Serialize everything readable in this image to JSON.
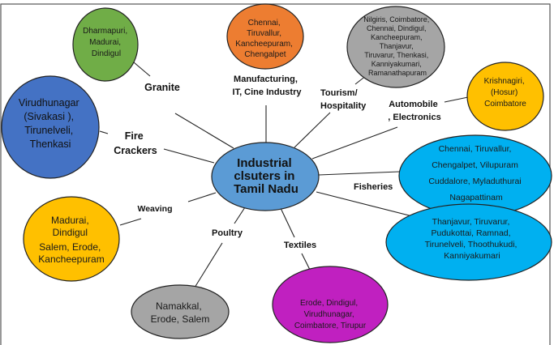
{
  "diagram": {
    "center": {
      "lines": [
        "Industrial",
        "clsuters in",
        "Tamil Nadu"
      ],
      "color": "#5b9bd5"
    },
    "clusters": [
      {
        "id": "granite",
        "category": [
          "Granite"
        ],
        "locations": [
          "Dharmapuri,",
          "Madurai,",
          "Dindigul"
        ],
        "color": "#70ad47"
      },
      {
        "id": "manufacturing",
        "category": [
          "Manufacturing,",
          "IT, Cine Industry"
        ],
        "locations": [
          "Chennai,",
          "Tiruvallur,",
          "Kancheepuram,",
          "Chengalpet"
        ],
        "color": "#ed7d31"
      },
      {
        "id": "tourism",
        "category": [
          "Tourism/",
          "Hospitality"
        ],
        "locations": [
          "Nilgiris, Coimbatore,",
          "Chennai, Dindigul,",
          "Kancheepuram,",
          "Thanjavur,",
          "Tiruvarur, Thenkasi,",
          "Kanniyakumari,",
          "Ramanathapuram"
        ],
        "color": "#a5a5a5"
      },
      {
        "id": "automobile",
        "category": [
          "Automobile",
          ", Electronics"
        ],
        "locations": [
          "Krishnagiri,",
          "(Hosur)",
          "Coimbatore"
        ],
        "color": "#ffc000"
      },
      {
        "id": "fisheries",
        "category": [
          "Fisheries"
        ],
        "locations": [
          "Chennai, Tiruvallur,",
          "Chengalpet, Vilupuram",
          "Cuddalore, Myladuthurai",
          "Nagapattinam"
        ],
        "locations_2": [
          "Thanjavur, Tiruvarur,",
          "Pudukottai, Ramnad,",
          "Tirunelveli, Thoothukudi,",
          "Kanniyakumari"
        ],
        "color": "#00b0f0"
      },
      {
        "id": "textiles",
        "category": [
          "Textiles"
        ],
        "locations": [
          "Erode, Dindigul,",
          "Virudhunagar,",
          "Coimbatore, Tirupur"
        ],
        "color": "#c020c0"
      },
      {
        "id": "poultry",
        "category": [
          "Poultry"
        ],
        "locations": [
          "Namakkal,",
          "Erode, Salem"
        ],
        "color": "#a5a5a5"
      },
      {
        "id": "weaving",
        "category": [
          "Weaving"
        ],
        "locations": [
          "Madurai,",
          "Dindigul",
          "Salem, Erode,",
          "Kancheepuram"
        ],
        "color": "#ffc000"
      },
      {
        "id": "fire-crackers",
        "category": [
          "Fire",
          "Crackers"
        ],
        "locations": [
          "Virudhunagar",
          "(Sivakasi ),",
          "Tirunelveli,",
          "Thenkasi"
        ],
        "color": "#4472c4"
      }
    ]
  }
}
